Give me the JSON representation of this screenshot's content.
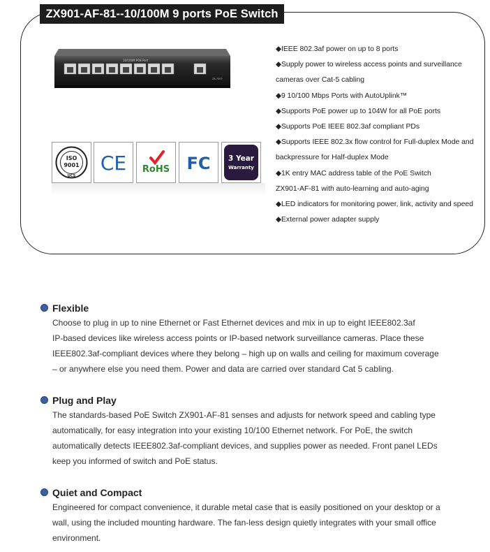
{
  "product": {
    "title": "ZX901-AF-81--10/100M 9 ports PoE Switch",
    "device_label": "10/100M POE Port",
    "device_model": "ZX-7007"
  },
  "certifications": [
    {
      "name": "iso-9001-cert",
      "lines": [
        "ISO",
        "9001",
        "UCS"
      ]
    },
    {
      "name": "ce-cert",
      "text": "CE"
    },
    {
      "name": "rohs-cert",
      "text": "RoHS"
    },
    {
      "name": "fcc-cert",
      "text": "FC"
    },
    {
      "name": "warranty-cert",
      "lines": [
        "3 Year",
        "Warranty"
      ]
    }
  ],
  "features": [
    "◆IEEE 802.3af power on up to 8 ports",
    "◆Supply power to wireless access points and surveillance",
    "cameras over Cat-5 cabling",
    "◆9 10/100 Mbps Ports with AutoUplink™",
    "◆Supports PoE power up to 104W for all PoE ports",
    "◆Supports PoE IEEE 802.3af compliant PDs",
    "◆Supports IEEE 802.3x flow control for Full-duplex Mode and",
    "backpressure for Half-duplex Mode",
    "◆1K entry MAC address table of the PoE Switch",
    "ZX901-AF-81 with auto-learning and auto-aging",
    "◆LED indicators for monitoring power, link, activity and speed",
    "◆External power adapter supply"
  ],
  "sections": [
    {
      "title": "Flexible",
      "body": "Choose to plug in up to nine Ethernet or Fast Ethernet devices and mix in up to eight IEEE802.3af\nIP-based devices like wireless access points or IP-based network surveillance cameras. Place these\nIEEE802.3af-compliant devices where they belong – high up on walls and ceiling for maximum coverage\n– or anywhere else you need them. Power and data are carried over standard Cat 5 cabling."
    },
    {
      "title": "Plug and Play",
      "body": "The standards-based PoE Switch ZX901-AF-81 senses and adjusts for network speed and cabling type\nautomatically, for easy integration into your existing 10/100 Ethernet network. For PoE, the switch\nautomatically detects IEEE802.3af-compliant devices, and supplies power as needed. Front panel LEDs\nkeep you informed of switch and PoE status."
    },
    {
      "title": "Quiet and Compact",
      "body": "Engineered for compact convenience, it durable metal case that is easily positioned on your desktop or a\nwall, using the included mounting hardware. The fan-less design quietly integrates with your small office\nenvironment."
    }
  ],
  "colors": {
    "title_bg": "#1d1d1d",
    "bullet_dot": "#3f5fa0",
    "rohs_green": "#2c8a2c",
    "ce_blue": "#1f5fae",
    "warranty_bg": "#2a1b3e"
  }
}
